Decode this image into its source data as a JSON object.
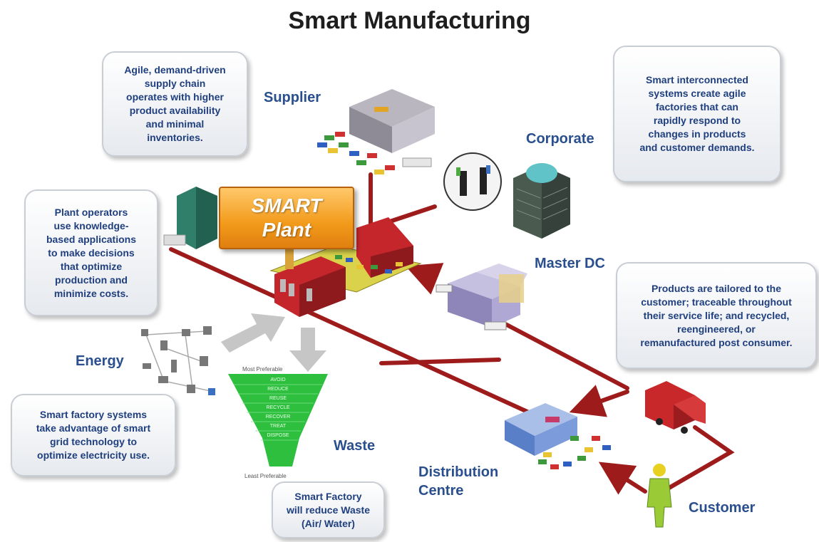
{
  "title": "Smart Manufacturing",
  "callouts": {
    "supply_chain": "Agile, demand-driven\nsupply chain\noperates with higher\nproduct availability\nand minimal\ninventories.",
    "interconnected": "Smart interconnected\nsystems create agile\nfactories that can\nrapidly respond to\nchanges in products\nand customer demands.",
    "operators": "Plant operators\nuse knowledge-\nbased applications\nto make decisions\nthat optimize\nproduction and\nminimize costs.",
    "products": "Products are tailored to the\ncustomer; traceable throughout\ntheir service life; and recycled,\nreengineered, or\nremanufactured post consumer.",
    "energy": "Smart factory systems\ntake advantage of smart\ngrid technology to\noptimize electricity use.",
    "waste": "Smart Factory\nwill reduce Waste\n(Air/ Water)"
  },
  "labels": {
    "supplier": "Supplier",
    "corporate": "Corporate",
    "master_dc": "Master DC",
    "energy": "Energy",
    "waste": "Waste",
    "distribution": "Distribution\nCentre",
    "customer": "Customer",
    "smart_plant_1": "SMART",
    "smart_plant_2": "Plant"
  },
  "funnel": {
    "top": "Most Preferable",
    "bottom": "Least Preferable",
    "tiers": [
      "AVOID",
      "REDUCE",
      "REUSE",
      "RECYCLE",
      "RECOVER",
      "TREAT",
      "DISPOSE"
    ]
  },
  "colors": {
    "title": "#1e1e1e",
    "label": "#2a4f8e",
    "callout_text": "#1f3f7f",
    "pipe": "#9e1b1b",
    "sign": "#f29a1a",
    "funnel": "#2fbf3f"
  }
}
